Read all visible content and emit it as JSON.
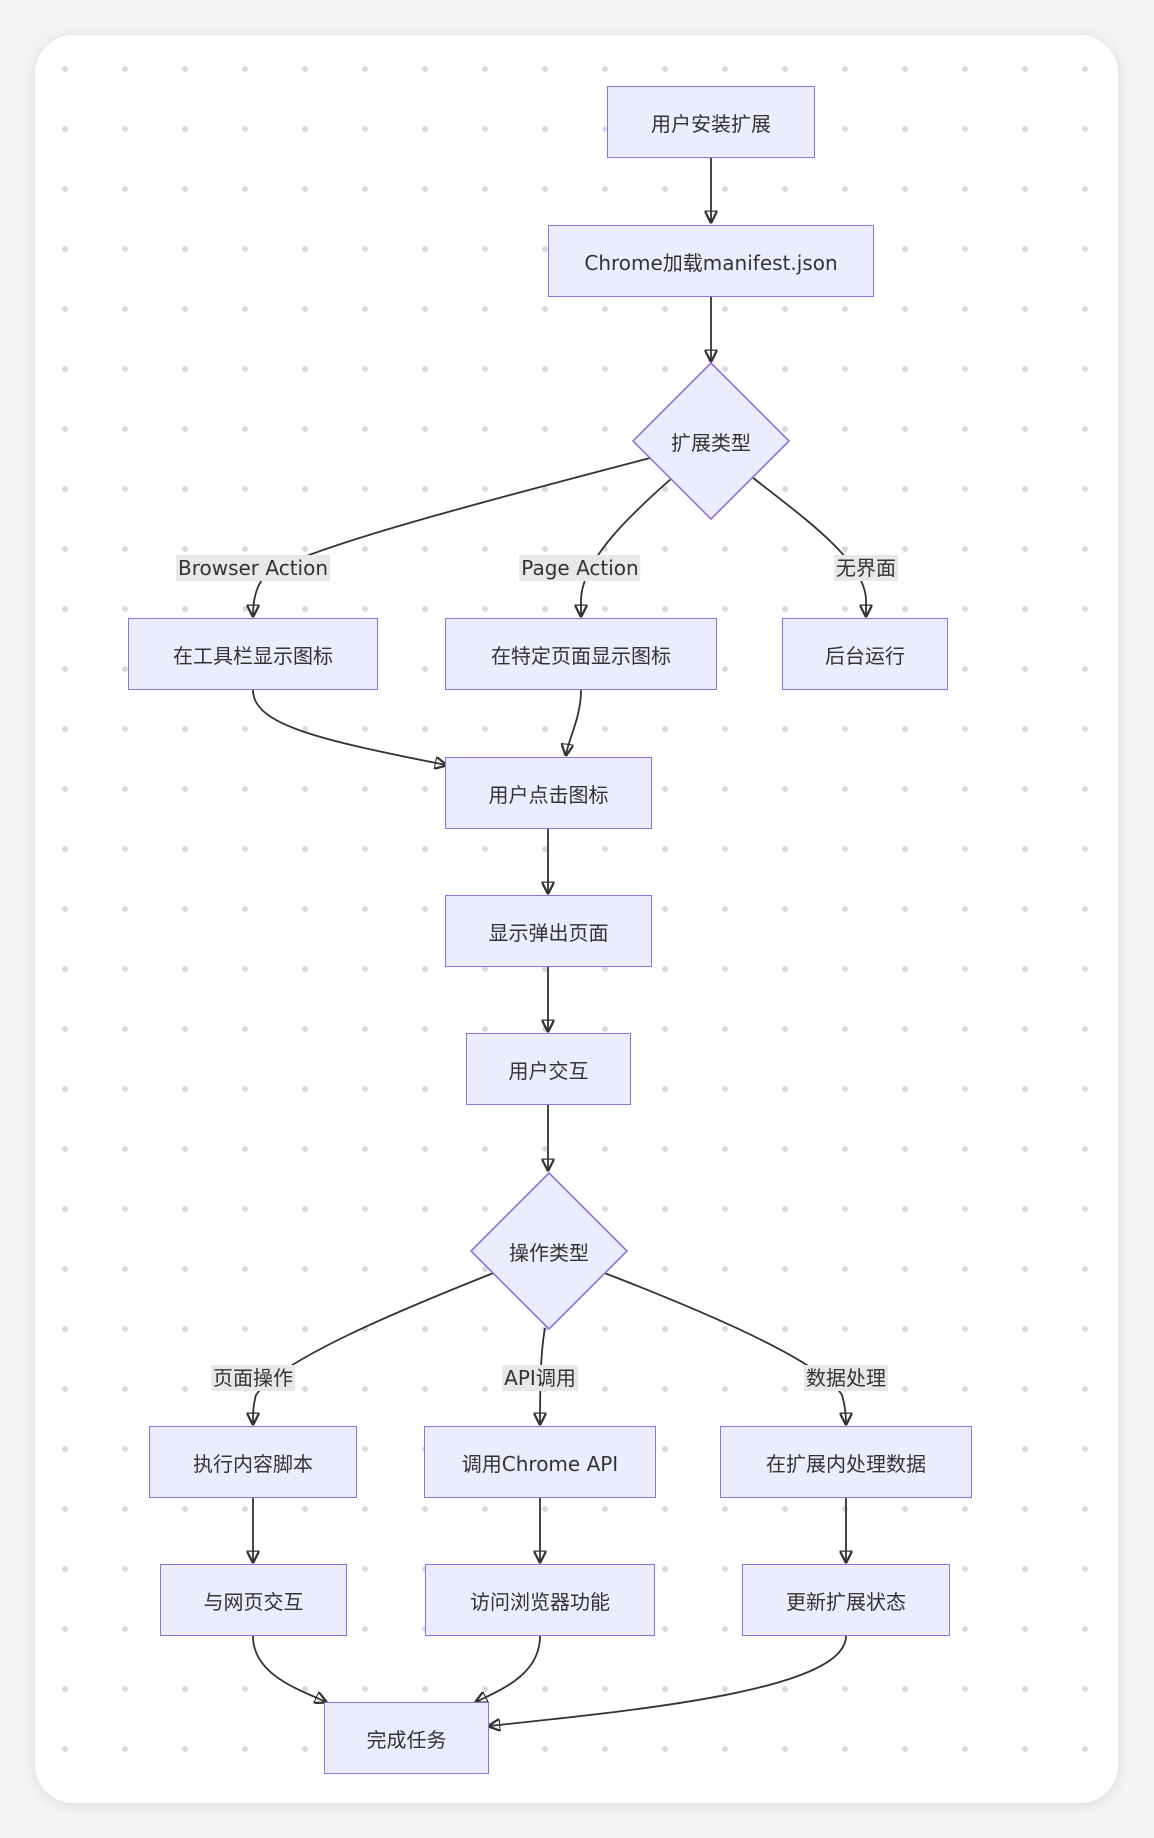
{
  "nodes": {
    "install": "用户安装扩展",
    "load_manifest": "Chrome加载manifest.json",
    "ext_type": "扩展类型",
    "toolbar_icon": "在工具栏显示图标",
    "page_icon": "在特定页面显示图标",
    "background": "后台运行",
    "click_icon": "用户点击图标",
    "popup": "显示弹出页面",
    "interact": "用户交互",
    "op_type": "操作类型",
    "content_script": "执行内容脚本",
    "call_api": "调用Chrome API",
    "process_data": "在扩展内处理数据",
    "page_interact": "与网页交互",
    "browser_features": "访问浏览器功能",
    "update_state": "更新扩展状态",
    "done": "完成任务"
  },
  "edge_labels": {
    "browser_action": "Browser Action",
    "page_action": "Page Action",
    "no_ui": "无界面",
    "page_op": "页面操作",
    "api_call": "API调用",
    "data_proc": "数据处理"
  }
}
